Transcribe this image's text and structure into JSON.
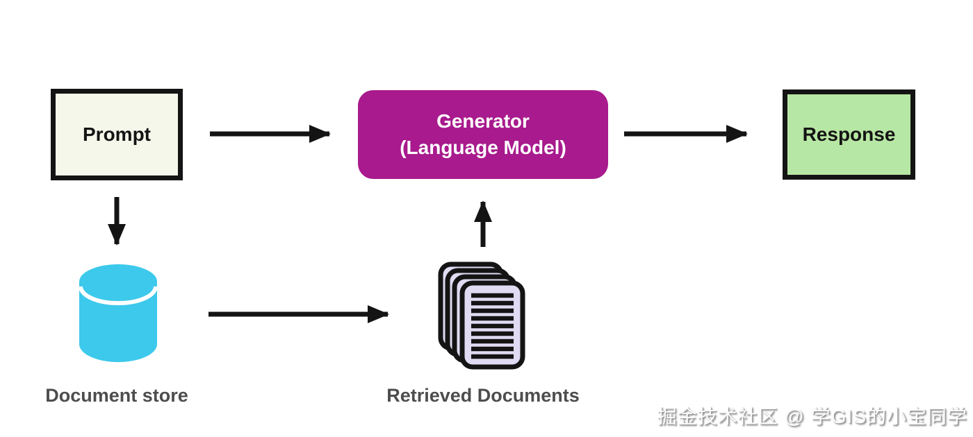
{
  "nodes": {
    "prompt": {
      "label": "Prompt",
      "fill": "#f6f7eb"
    },
    "generator": {
      "line1": "Generator",
      "line2": "(Language Model)",
      "fill": "#a81a8d",
      "text_color": "#ffffff"
    },
    "response": {
      "label": "Response",
      "fill": "#b7e7a4"
    },
    "document_store": {
      "label": "Document store",
      "fill": "#3cc9ec"
    },
    "retrieved_documents": {
      "label": "Retrieved Documents",
      "fill": "#e0daf2"
    }
  },
  "edges": [
    {
      "from": "prompt",
      "to": "generator"
    },
    {
      "from": "generator",
      "to": "response"
    },
    {
      "from": "prompt",
      "to": "document_store"
    },
    {
      "from": "document_store",
      "to": "retrieved_documents"
    },
    {
      "from": "retrieved_documents",
      "to": "generator"
    }
  ],
  "watermark": "掘金技术社区 @ 学GIS的小宝同学",
  "colors": {
    "background": "#ffffff",
    "arrow": "#141414",
    "border": "#141414",
    "caption_text": "#4d4d4d",
    "doc_stripe": "#141414",
    "cylinder_highlight": "#ffffff"
  }
}
